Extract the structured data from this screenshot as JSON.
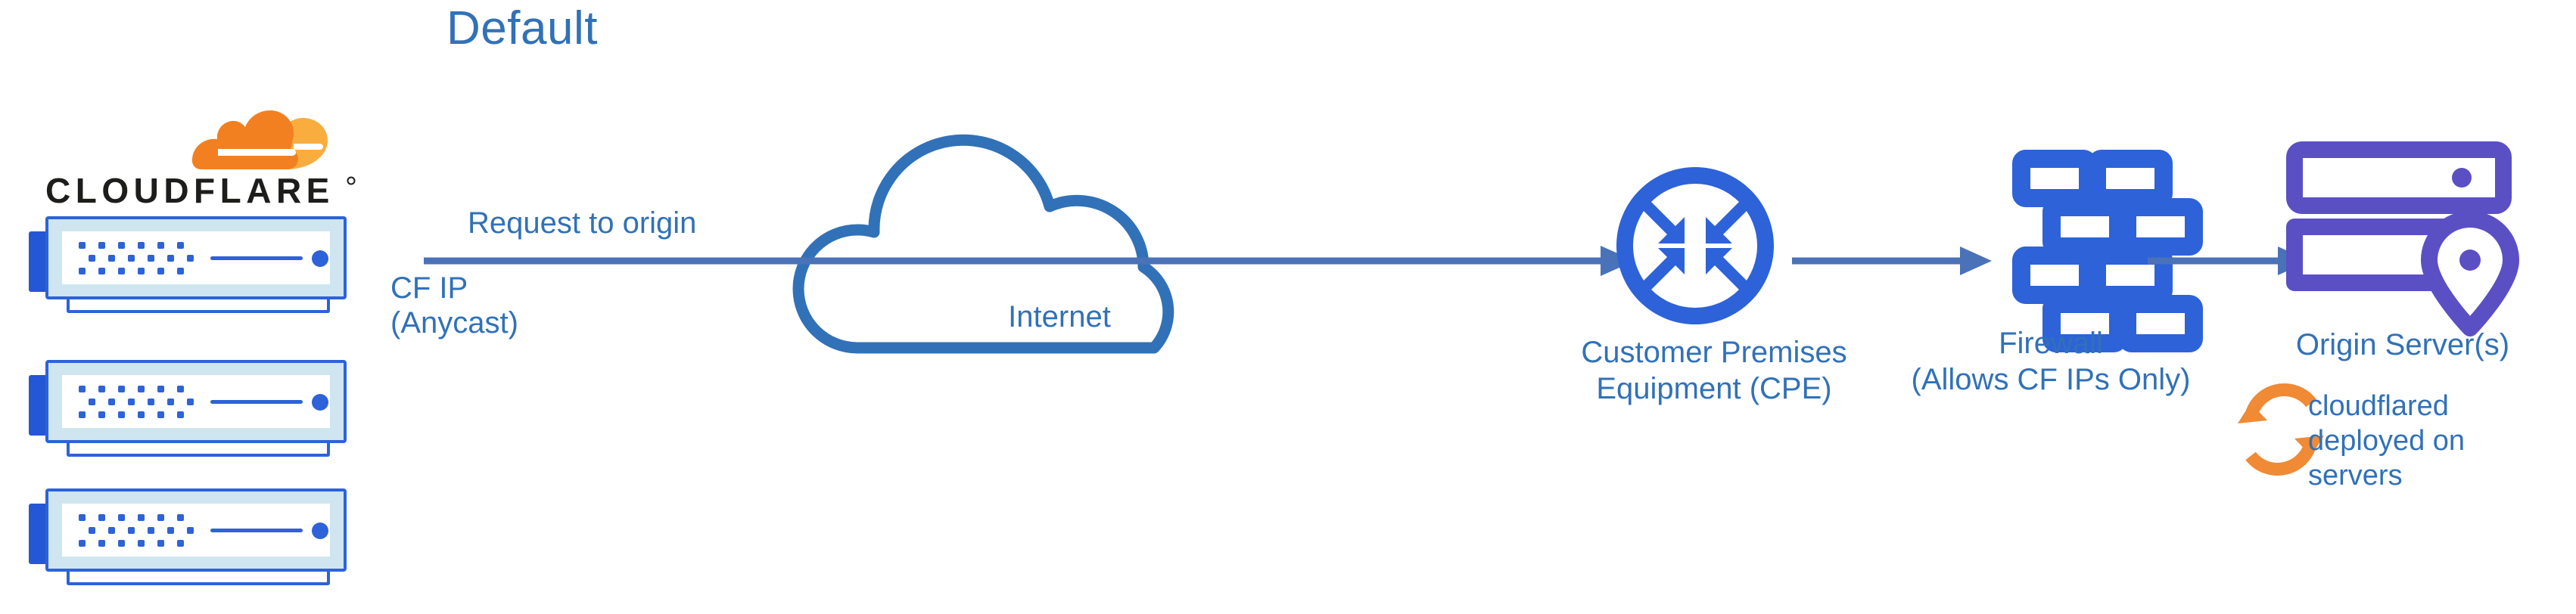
{
  "title": "Default",
  "colors": {
    "text_blue": "#3171B8",
    "arrow_blue": "#4A72B8",
    "icon_blue": "#2D62D9",
    "cloud_blue": "#3171B8",
    "origin_purple": "#5B4FC4",
    "cf_orange": "#F38020",
    "cf_orange_light": "#FAAD3F",
    "server_fill": "#CFE6F0",
    "background": "#FFFFFF"
  },
  "brand": {
    "logo_name": "cloudflare-logo",
    "wordmark": "CLOUDFLARE",
    "trademark": "®"
  },
  "flow": {
    "request_label": "Request to origin",
    "cf_ip_line1": "CF IP",
    "cf_ip_line2": "(Anycast)"
  },
  "nodes": [
    {
      "id": "cloudflare-edge",
      "icon": "server-stack-icon",
      "server_count": 3
    },
    {
      "id": "internet",
      "icon": "cloud-icon",
      "label": "Internet"
    },
    {
      "id": "cpe",
      "icon": "router-expand-icon",
      "label_line1": "Customer Premises",
      "label_line2": "Equipment (CPE)"
    },
    {
      "id": "firewall",
      "icon": "brick-wall-icon",
      "label_line1": "Firewall",
      "label_line2": "(Allows CF IPs Only)"
    },
    {
      "id": "origin",
      "icon": "origin-server-pin-icon",
      "label": "Origin Server(s)"
    }
  ],
  "annotation": {
    "icon": "sync-arrows-icon",
    "line1": "cloudflared",
    "line2": "deployed on",
    "line3": "servers"
  }
}
